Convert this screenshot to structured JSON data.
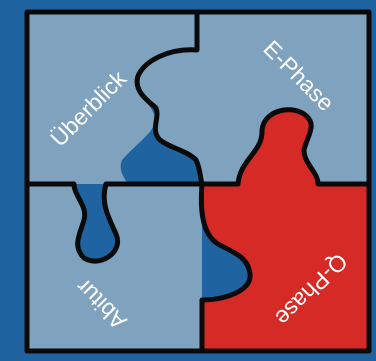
{
  "colors": {
    "background": "#1f63a0",
    "piece_blue": "#7fa3bf",
    "piece_red": "#d52a25",
    "outline": "#0a0a0a",
    "label": "#ffffff"
  },
  "pieces": {
    "top_left": {
      "label": "Überblick"
    },
    "top_right": {
      "label": "E-Phase"
    },
    "bottom_left": {
      "label": "Abitur"
    },
    "bottom_right": {
      "label": "Q-Phase",
      "active": true
    }
  }
}
